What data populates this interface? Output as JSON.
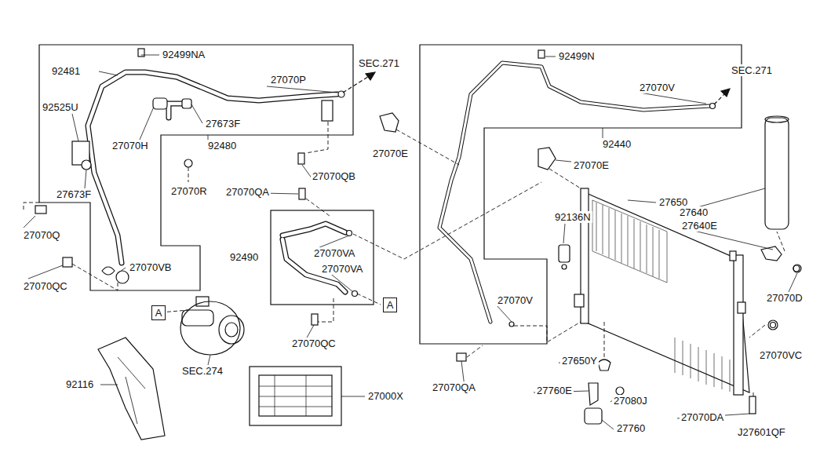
{
  "diagram": {
    "nodes": [
      {
        "text": [
          "A"
        ]
      },
      {
        "text": [
          "A"
        ]
      }
    ],
    "labels": [
      "92499NA",
      "92481",
      "SEC.271",
      "27070P",
      "92525U",
      "27673F",
      "27070H",
      "92480",
      "27673F",
      "27070R",
      "27070QB",
      "27070QA",
      "27070Q",
      "92490",
      "27070VA",
      "27070VA",
      "27070VB",
      "27070QC",
      "27070QC",
      "SEC.274",
      "92116",
      "27000X",
      "92499N",
      "SEC.271",
      "27070V",
      "27070E",
      "92440",
      "27070E",
      "27650",
      "27640",
      "92136N",
      "27640E",
      "27070D",
      "27070V",
      "27650Y",
      "27070VC",
      "27070QA",
      "27760E",
      "27080J",
      "27070DA",
      "27760",
      "J27601QF"
    ]
  }
}
